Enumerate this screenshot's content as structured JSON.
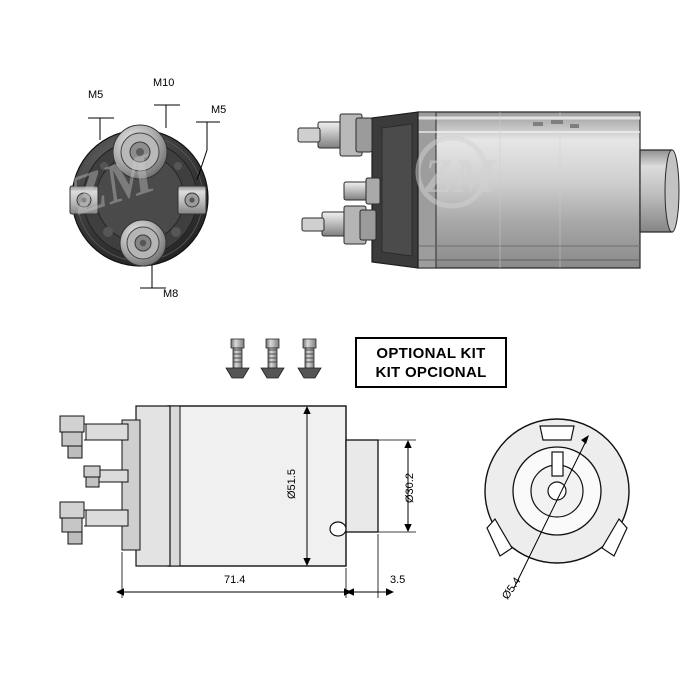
{
  "diagram": {
    "title": "starter-solenoid-technical-drawing",
    "views": {
      "front_view_labels": [
        {
          "id": "m5-left",
          "text": "M5"
        },
        {
          "id": "m10-top",
          "text": "M10"
        },
        {
          "id": "m5-right",
          "text": "M5"
        },
        {
          "id": "m8-bottom",
          "text": "M8"
        }
      ],
      "optional_kit": {
        "line1": "OPTIONAL KIT",
        "line2": "KIT OPCIONAL",
        "screw_count": 3
      },
      "side_view_dimensions": [
        {
          "id": "body-diameter",
          "text": "Ø51.5",
          "orientation": "vertical"
        },
        {
          "id": "nose-diameter",
          "text": "Ø30.2",
          "orientation": "vertical"
        },
        {
          "id": "body-length",
          "text": "71.4",
          "orientation": "horizontal"
        },
        {
          "id": "nose-length",
          "text": "3.5",
          "orientation": "horizontal"
        }
      ],
      "end_view_dimensions": [
        {
          "id": "plunger-bore",
          "text": "Ø5.4",
          "orientation": "diagonal"
        }
      ]
    },
    "watermark": {
      "left_text": "ZM",
      "right_text": "ZM"
    },
    "colors": {
      "line": "#000000",
      "metal_light": "#d8d8d8",
      "metal_mid": "#b4b4b4",
      "metal_dark": "#7a7a7a",
      "body_dark": "#3a3a3a",
      "background": "#ffffff"
    }
  }
}
